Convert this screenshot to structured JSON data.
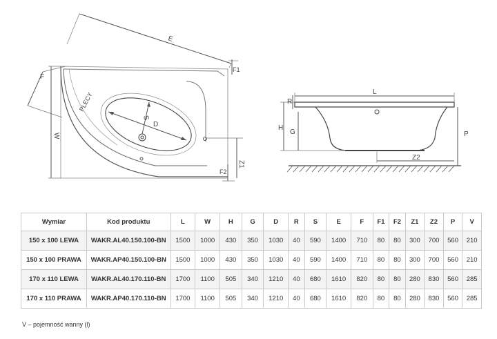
{
  "top_view": {
    "labels": {
      "E": "E",
      "F": "F",
      "F1": "F1",
      "W": "W",
      "Z1": "Z1",
      "F2": "F2",
      "S": "S",
      "D": "D",
      "plecy": "PLECY"
    }
  },
  "side_view": {
    "labels": {
      "L": "L",
      "R": "R",
      "H": "H",
      "G": "G",
      "P": "P",
      "Z2": "Z2"
    }
  },
  "table": {
    "headers": [
      "Wymiar",
      "Kod produktu",
      "L",
      "W",
      "H",
      "G",
      "D",
      "R",
      "S",
      "E",
      "F",
      "F1",
      "F2",
      "Z1",
      "Z2",
      "P",
      "V"
    ],
    "rows": [
      [
        "150 x 100 LEWA",
        "WAKR.AL40.150.100-BN",
        "1500",
        "1000",
        "430",
        "350",
        "1030",
        "40",
        "590",
        "1400",
        "710",
        "80",
        "80",
        "300",
        "700",
        "560",
        "210"
      ],
      [
        "150 x 100 PRAWA",
        "WAKR.AP40.150.100-BN",
        "1500",
        "1000",
        "430",
        "350",
        "1030",
        "40",
        "590",
        "1400",
        "710",
        "80",
        "80",
        "300",
        "700",
        "560",
        "210"
      ],
      [
        "170 x 110 LEWA",
        "WAKR.AL40.170.110-BN",
        "1700",
        "1100",
        "505",
        "340",
        "1210",
        "40",
        "680",
        "1610",
        "820",
        "80",
        "80",
        "280",
        "830",
        "560",
        "285"
      ],
      [
        "170 x 110 PRAWA",
        "WAKR.AP40.170.110-BN",
        "1700",
        "1100",
        "505",
        "340",
        "1210",
        "40",
        "680",
        "1610",
        "820",
        "80",
        "80",
        "280",
        "830",
        "560",
        "285"
      ]
    ]
  },
  "footnote": "V – pojemność wanny (l)"
}
